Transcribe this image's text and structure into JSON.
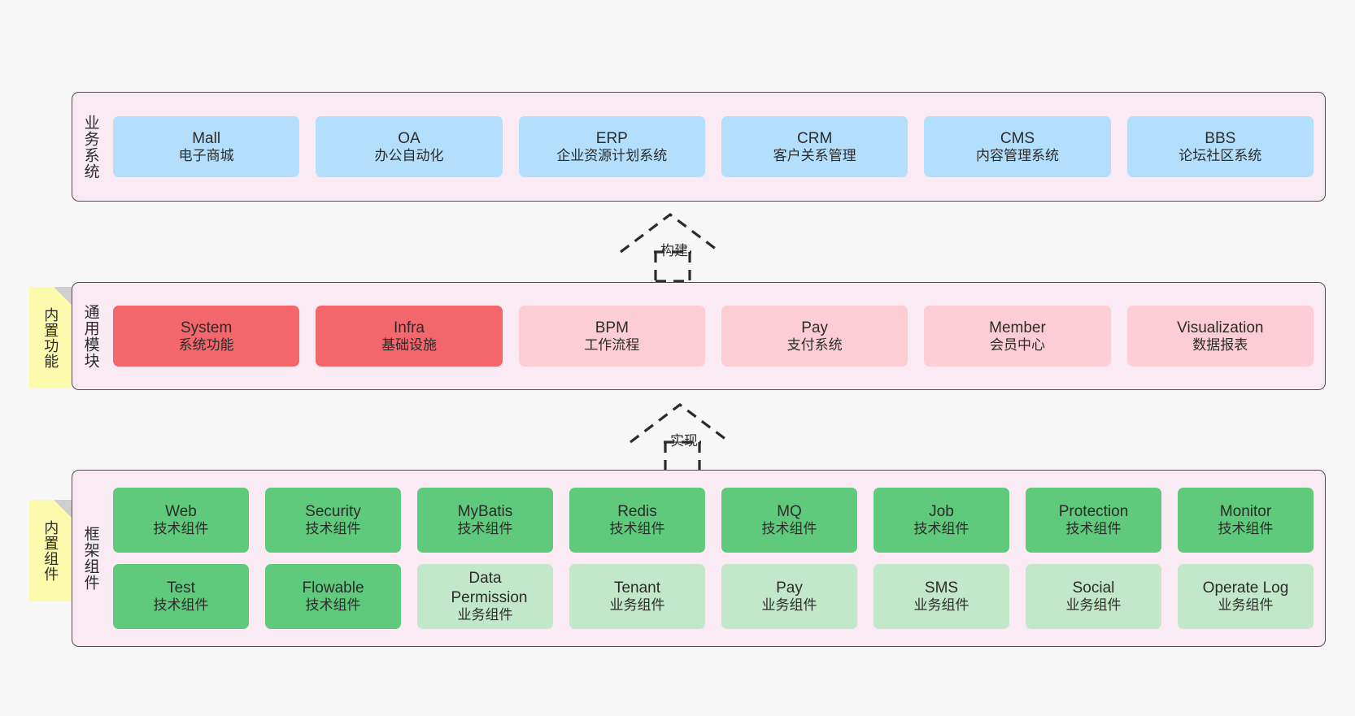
{
  "diagram": {
    "background_color": "#f7f7f7",
    "band_fill": "#f9eaf4",
    "band_border": "#554a50",
    "note_color": "#fcfbad"
  },
  "bands": [
    {
      "title": "业务系统",
      "note": null,
      "accent": "#b3dffc",
      "rows": [
        [
          {
            "en": "Mall",
            "cn": "电子商城"
          },
          {
            "en": "OA",
            "cn": "办公自动化"
          },
          {
            "en": "ERP",
            "cn": "企业资源计划系统"
          },
          {
            "en": "CRM",
            "cn": "客户关系管理"
          },
          {
            "en": "CMS",
            "cn": "内容管理系统"
          },
          {
            "en": "BBS",
            "cn": "论坛社区系统"
          }
        ]
      ]
    },
    {
      "title": "通用模块",
      "note": "内置功能",
      "accent": "#f2666c",
      "rows": [
        [
          {
            "en": "System",
            "cn": "系统功能"
          },
          {
            "en": "Infra",
            "cn": "基础设施"
          },
          {
            "en": "BPM",
            "cn": "工作流程"
          },
          {
            "en": "Pay",
            "cn": "支付系统"
          },
          {
            "en": "Member",
            "cn": "会员中心"
          },
          {
            "en": "Visualization",
            "cn": "数据报表"
          }
        ]
      ]
    },
    {
      "title": "框架组件",
      "note": "内置组件",
      "accent": "#5fc97c",
      "rows": [
        [
          {
            "en": "Web",
            "cn": "技术组件"
          },
          {
            "en": "Security",
            "cn": "技术组件"
          },
          {
            "en": "MyBatis",
            "cn": "技术组件"
          },
          {
            "en": "Redis",
            "cn": "技术组件"
          },
          {
            "en": "MQ",
            "cn": "技术组件"
          },
          {
            "en": "Job",
            "cn": "技术组件"
          },
          {
            "en": "Protection",
            "cn": "技术组件"
          },
          {
            "en": "Monitor",
            "cn": "技术组件"
          }
        ],
        [
          {
            "en": "Test",
            "cn": "技术组件"
          },
          {
            "en": "Flowable",
            "cn": "技术组件"
          },
          {
            "en": "Data Permission",
            "cn": "业务组件"
          },
          {
            "en": "Tenant",
            "cn": "业务组件"
          },
          {
            "en": "Pay",
            "cn": "业务组件"
          },
          {
            "en": "SMS",
            "cn": "业务组件"
          },
          {
            "en": "Social",
            "cn": "业务组件"
          },
          {
            "en": "Operate Log",
            "cn": "业务组件"
          }
        ]
      ]
    }
  ],
  "connectors": [
    {
      "label": "构建"
    },
    {
      "label": "实现"
    }
  ]
}
